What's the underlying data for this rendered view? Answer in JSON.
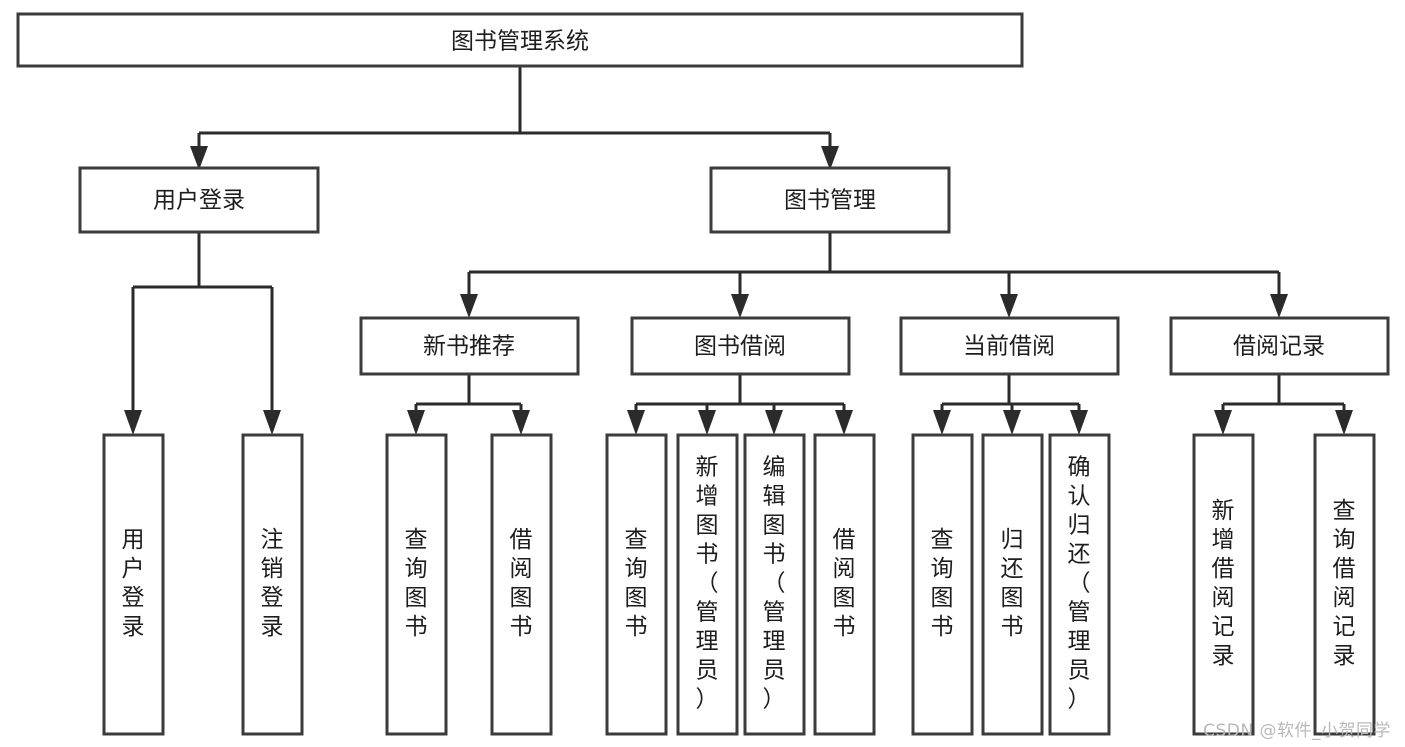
{
  "diagram": {
    "type": "tree",
    "title": "图书管理系统",
    "watermark": "CSDN @软件_小贺同学",
    "colors": {
      "box_stroke": "#3b3b3b",
      "box_fill": "#ffffff",
      "connector": "#2b2b2b",
      "text": "#1d1d1d",
      "watermark": "#b9b9b9",
      "background": "#ffffff"
    },
    "nodes": {
      "root": {
        "label": "图书管理系统",
        "level": 1,
        "orientation": "horizontal"
      },
      "l2_a": {
        "label": "用户登录",
        "level": 2,
        "orientation": "horizontal"
      },
      "l2_b": {
        "label": "图书管理",
        "level": 2,
        "orientation": "horizontal"
      },
      "l3_a": {
        "label": "新书推荐",
        "level": 3,
        "orientation": "horizontal"
      },
      "l3_b": {
        "label": "图书借阅",
        "level": 3,
        "orientation": "horizontal"
      },
      "l3_c": {
        "label": "当前借阅",
        "level": 3,
        "orientation": "horizontal"
      },
      "l3_d": {
        "label": "借阅记录",
        "level": 3,
        "orientation": "horizontal"
      },
      "leaf_1": {
        "label": "用户登录",
        "level": 4,
        "orientation": "vertical",
        "lines": [
          "用",
          "户",
          "登",
          "录"
        ]
      },
      "leaf_2": {
        "label": "注销登录",
        "level": 4,
        "orientation": "vertical",
        "lines": [
          "注",
          "销",
          "登",
          "录"
        ]
      },
      "leaf_3": {
        "label": "查询图书",
        "level": 4,
        "orientation": "vertical",
        "lines": [
          "查",
          "询",
          "图",
          "书"
        ]
      },
      "leaf_4": {
        "label": "借阅图书",
        "level": 4,
        "orientation": "vertical",
        "lines": [
          "借",
          "阅",
          "图",
          "书"
        ]
      },
      "leaf_5": {
        "label": "查询图书",
        "level": 4,
        "orientation": "vertical",
        "lines": [
          "查",
          "询",
          "图",
          "书"
        ]
      },
      "leaf_6": {
        "label": "新增图书（管理员）",
        "level": 4,
        "orientation": "vertical",
        "lines": [
          "新",
          "增",
          "图",
          "书",
          "（",
          "管",
          "理",
          "员",
          "）"
        ]
      },
      "leaf_7": {
        "label": "编辑图书（管理员）",
        "level": 4,
        "orientation": "vertical",
        "lines": [
          "编",
          "辑",
          "图",
          "书",
          "（",
          "管",
          "理",
          "员",
          "）"
        ]
      },
      "leaf_8": {
        "label": "借阅图书",
        "level": 4,
        "orientation": "vertical",
        "lines": [
          "借",
          "阅",
          "图",
          "书"
        ]
      },
      "leaf_9": {
        "label": "查询图书",
        "level": 4,
        "orientation": "vertical",
        "lines": [
          "查",
          "询",
          "图",
          "书"
        ]
      },
      "leaf_10": {
        "label": "归还图书",
        "level": 4,
        "orientation": "vertical",
        "lines": [
          "归",
          "还",
          "图",
          "书"
        ]
      },
      "leaf_11": {
        "label": "确认归还（管理员）",
        "level": 4,
        "orientation": "vertical",
        "lines": [
          "确",
          "认",
          "归",
          "还",
          "（",
          "管",
          "理",
          "员",
          "）"
        ]
      },
      "leaf_12": {
        "label": "新增借阅记录",
        "level": 4,
        "orientation": "vertical",
        "lines": [
          "新",
          "增",
          "借",
          "阅",
          "记",
          "录"
        ]
      },
      "leaf_13": {
        "label": "查询借阅记录",
        "level": 4,
        "orientation": "vertical",
        "lines": [
          "查",
          "询",
          "借",
          "阅",
          "记",
          "录"
        ]
      }
    },
    "edges": [
      {
        "from": "root",
        "to": "l2_a"
      },
      {
        "from": "root",
        "to": "l2_b"
      },
      {
        "from": "l2_a",
        "to": "leaf_1"
      },
      {
        "from": "l2_a",
        "to": "leaf_2"
      },
      {
        "from": "l2_b",
        "to": "l3_a"
      },
      {
        "from": "l2_b",
        "to": "l3_b"
      },
      {
        "from": "l2_b",
        "to": "l3_c"
      },
      {
        "from": "l2_b",
        "to": "l3_d"
      },
      {
        "from": "l3_a",
        "to": "leaf_3"
      },
      {
        "from": "l3_a",
        "to": "leaf_4"
      },
      {
        "from": "l3_b",
        "to": "leaf_5"
      },
      {
        "from": "l3_b",
        "to": "leaf_6"
      },
      {
        "from": "l3_b",
        "to": "leaf_7"
      },
      {
        "from": "l3_b",
        "to": "leaf_8"
      },
      {
        "from": "l3_c",
        "to": "leaf_9"
      },
      {
        "from": "l3_c",
        "to": "leaf_10"
      },
      {
        "from": "l3_c",
        "to": "leaf_11"
      },
      {
        "from": "l3_d",
        "to": "leaf_12"
      },
      {
        "from": "l3_d",
        "to": "leaf_13"
      }
    ]
  }
}
